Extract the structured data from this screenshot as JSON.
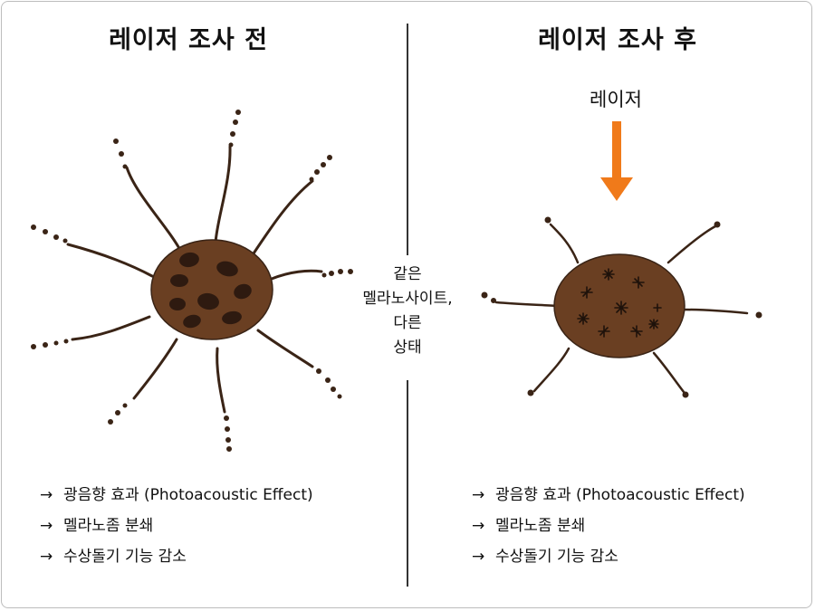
{
  "left_panel": {
    "title": "레이저 조사 전",
    "effects": [
      "광음향 효과 (Photoacoustic Effect)",
      "멜라노좀 분쇄",
      "수상돌기 기능 감소"
    ]
  },
  "right_panel": {
    "title": "레이저 조사 후",
    "laser_label": "레이저",
    "effects": [
      "광음향 효과 (Photoacoustic Effect)",
      "멜라노좀 분쇄",
      "수상돌기 기능 감소"
    ]
  },
  "middle_label": [
    "같은",
    "멜라노사이트,",
    "다른",
    "상태"
  ],
  "arrow_glyph": "→",
  "colors": {
    "cell_body": "#6a3f22",
    "melanosome": "#2e1a10",
    "dendrite": "#3a2416",
    "laser_arrow": "#f07a1a"
  }
}
